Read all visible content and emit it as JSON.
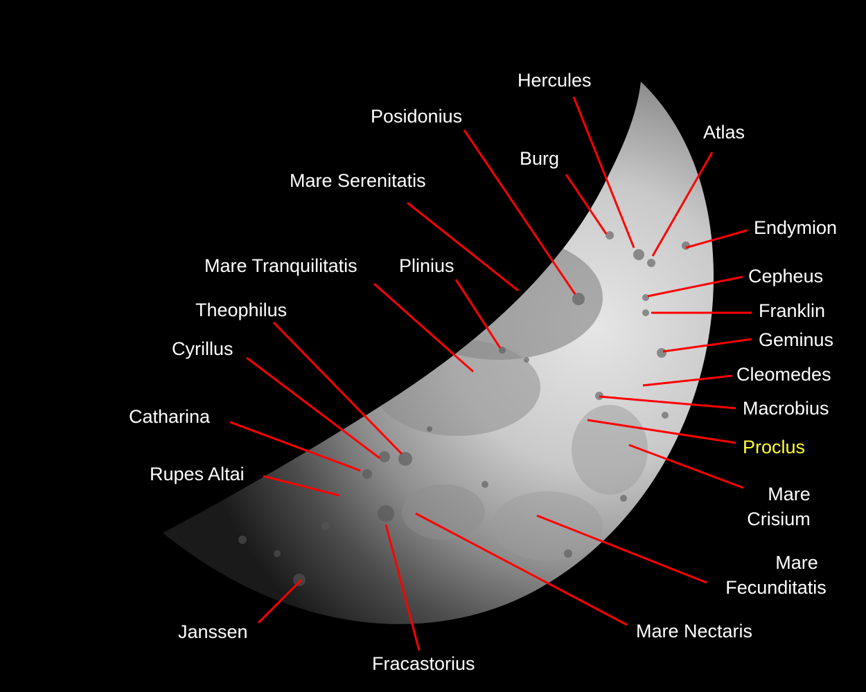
{
  "colors": {
    "background": "#000000",
    "label": "#ffffff",
    "highlight_label": "#ffff33",
    "leader_line": "#ff0000"
  },
  "labels": {
    "hercules": "Hercules",
    "posidonius": "Posidonius",
    "atlas": "Atlas",
    "burg": "Burg",
    "mare_serenitatis": "Mare Serenitatis",
    "endymion": "Endymion",
    "mare_tranquilitatis": "Mare Tranquilitatis",
    "plinius": "Plinius",
    "cepheus": "Cepheus",
    "theophilus": "Theophilus",
    "franklin": "Franklin",
    "geminus": "Geminus",
    "cyrillus": "Cyrillus",
    "cleomedes": "Cleomedes",
    "catharina": "Catharina",
    "macrobius": "Macrobius",
    "proclus": "Proclus",
    "rupes_altai": "Rupes Altai",
    "mare_crisium_1": "Mare",
    "mare_crisium_2": "Crisium",
    "mare_fecunditatis_1": "Mare",
    "mare_fecunditatis_2": "Fecunditatis",
    "janssen": "Janssen",
    "mare_nectaris": "Mare Nectaris",
    "fracastorius": "Fracastorius"
  }
}
